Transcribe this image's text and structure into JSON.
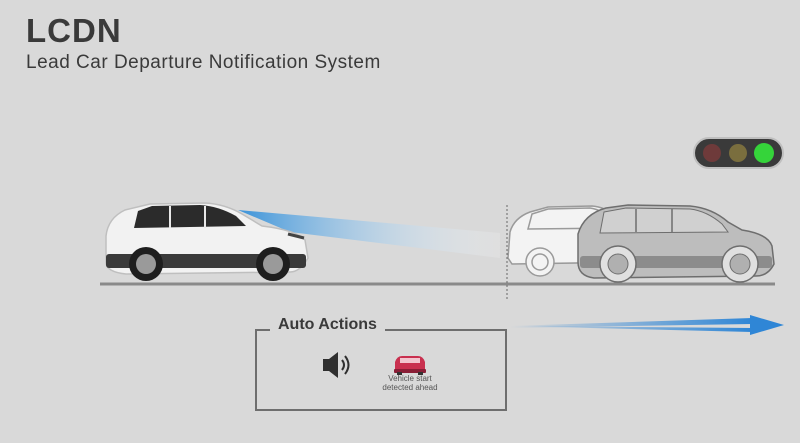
{
  "header": {
    "title": "LCDN",
    "subtitle": "Lead Car Departure Notification System"
  },
  "traffic_light": {
    "lamps": [
      "red",
      "yellow",
      "green"
    ],
    "active": "green",
    "colors": {
      "red": "#6e3a3a",
      "yellow": "#7a6e3e",
      "green": "#35d43a"
    }
  },
  "auto_actions": {
    "title": "Auto Actions",
    "icons": [
      "speaker-icon",
      "car-icon"
    ],
    "caption_line1": "Vehicle start",
    "caption_line2": "detected ahead"
  },
  "colors": {
    "background": "#d9d9d9",
    "sensor_beam": "#3b93d9",
    "departure_arrow": "#2f86d6",
    "alert_car": "#c9304f"
  }
}
